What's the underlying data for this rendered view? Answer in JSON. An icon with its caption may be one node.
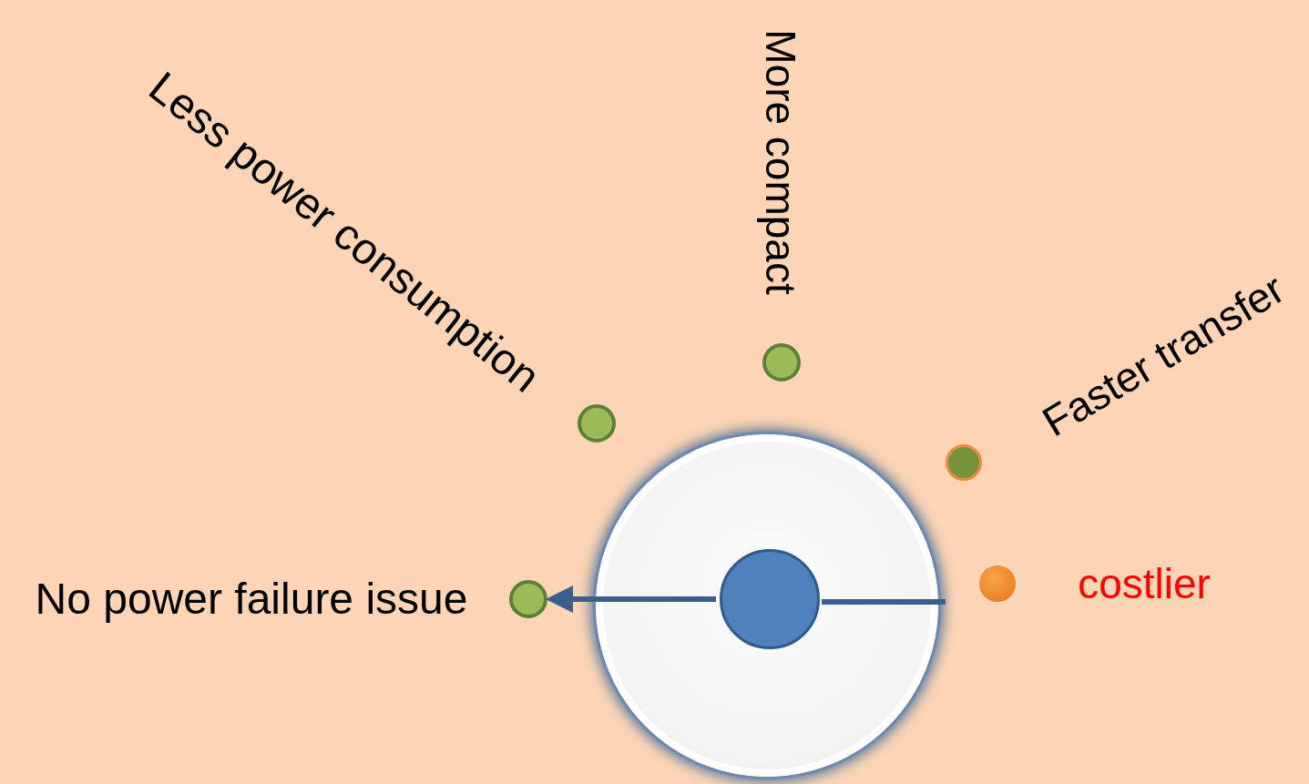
{
  "diagram": {
    "nodes": [
      {
        "text": [],
        "shape": "circle"
      },
      {
        "text": [],
        "shape": "circle",
        "in": 0
      },
      {
        "text": [],
        "shape": "circle",
        "beside": [
          "Less power consumption"
        ]
      },
      {
        "text": [],
        "shape": "circle",
        "beside": [
          "More compact"
        ]
      },
      {
        "text": [],
        "shape": "circle",
        "beside": [
          "Faster transfer"
        ]
      },
      {
        "text": [],
        "shape": "circle",
        "beside": [
          "costlier"
        ]
      },
      {
        "text": [],
        "shape": "circle",
        "beside": [
          "No power failure issue"
        ]
      }
    ],
    "edges": [
      {
        "from": 1,
        "to": 6,
        "arrow": "to"
      }
    ]
  }
}
